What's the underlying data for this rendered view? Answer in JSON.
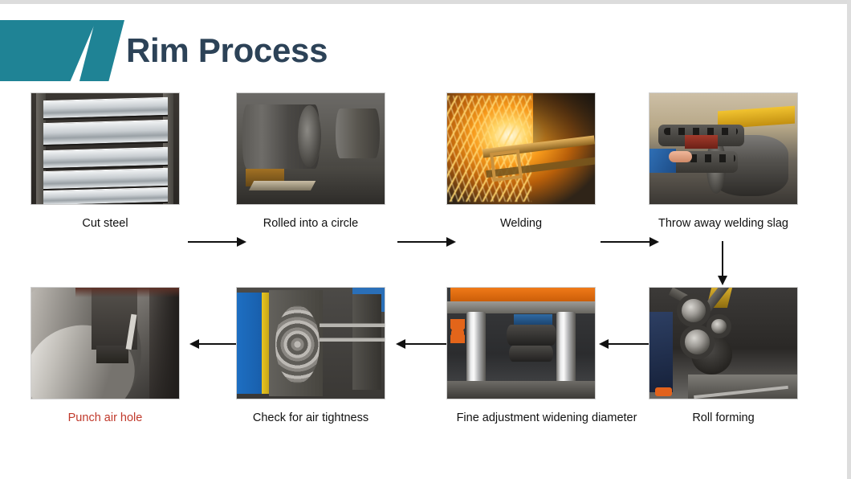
{
  "theme": {
    "teal": "#1f8395",
    "title_color": "#2c4257",
    "highlight": "#c0392b",
    "arrow_color": "#111111",
    "caption_color": "#111111",
    "page_background": "#ffffff",
    "frame_gray": "#dcdcdc"
  },
  "header": {
    "title": "Rim Process",
    "banner_shape": "parallelogram-with-slash"
  },
  "flow": {
    "rows": [
      {
        "direction": "left-to-right",
        "steps": [
          {
            "id": "cut-steel",
            "caption": "Cut steel",
            "image_alt": "Stack of freshly cut steel strips resting on a dark rack",
            "highlighted": false
          },
          {
            "id": "rolled-into-a-circle",
            "caption": "Rolled into a circle",
            "image_alt": "Steel strips rolled into large dark cylinders on shop floor",
            "highlighted": false
          },
          {
            "id": "welding",
            "caption": "Welding",
            "image_alt": "Bright orange sparks flying as the rim seam is welded",
            "highlighted": false
          },
          {
            "id": "throw-away-welding-slag",
            "caption": "Throw away welding slag",
            "image_alt": "Operator in blue sleeve removing welding slag from a pipe in a jig",
            "highlighted": false
          }
        ]
      },
      {
        "direction": "right-to-left",
        "steps": [
          {
            "id": "punch-air-hole",
            "caption": "Punch air hole",
            "image_alt": "Close-up of punch head pressing an air hole into a shiny rim",
            "highlighted": true
          },
          {
            "id": "check-for-air-tightness",
            "caption": "Check for air tightness",
            "image_alt": "Blue machine with yellow stripe testing a steel rim for air tightness",
            "highlighted": false
          },
          {
            "id": "fine-adjustment-widening-diameter",
            "caption": "Fine adjustment widening diameter",
            "image_alt": "Hydraulic press with orange top and chrome pillars widening rim diameter",
            "highlighted": false
          },
          {
            "id": "roll-forming",
            "caption": "Roll forming",
            "image_alt": "Roll forming machine with steel rollers shaping the rim profile",
            "highlighted": false
          }
        ]
      }
    ],
    "arrows": [
      {
        "id": "arrow-cut-to-rolled",
        "direction": "right"
      },
      {
        "id": "arrow-rolled-to-welding",
        "direction": "right"
      },
      {
        "id": "arrow-welding-to-slag",
        "direction": "right"
      },
      {
        "id": "arrow-slag-to-rollforming",
        "direction": "down"
      },
      {
        "id": "arrow-rollforming-to-fine-adjustment",
        "direction": "left"
      },
      {
        "id": "arrow-fine-adjustment-to-airtightness",
        "direction": "left"
      },
      {
        "id": "arrow-airtightness-to-punch",
        "direction": "left"
      }
    ]
  }
}
